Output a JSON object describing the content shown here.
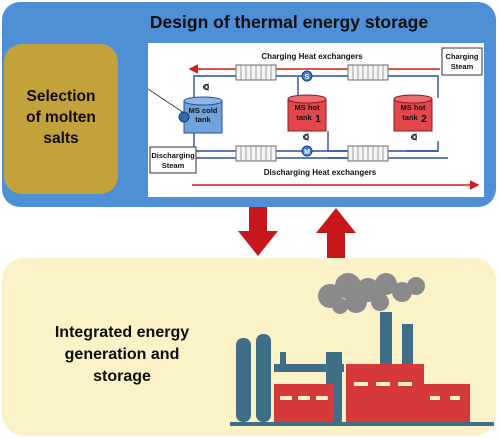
{
  "top": {
    "title": "Design of thermal energy storage",
    "salts_line1": "Selection",
    "salts_line2": "of molten",
    "salts_line3": "salts"
  },
  "schematic": {
    "charging_hx": "Charging Heat exchangers",
    "discharging_hx": "Discharging Heat exchangers",
    "charging_steam_1": "Charging",
    "charging_steam_2": "Steam",
    "discharging_steam_1": "Discharging",
    "discharging_steam_2": "Steam",
    "cold_tank_1": "MS cold",
    "cold_tank_2": "tank",
    "hot_tank1_1": "MS hot",
    "hot_tank1_2": "tank",
    "hot_tank1_num": "1",
    "hot_tank2_1": "MS hot",
    "hot_tank2_2": "tank",
    "hot_tank2_num": "2",
    "node_s": "S",
    "node_m": "M"
  },
  "bottom": {
    "line1": "Integrated energy",
    "line2": "generation and",
    "line3": "storage"
  },
  "colors": {
    "panel_blue": "#4f8fd6",
    "salts_gold": "#c4a23b",
    "bottom_cream": "#fbf2c8",
    "arrow_red": "#c8161d",
    "plant_teal": "#3f6f86",
    "plant_red": "#d5393a",
    "hot_tank": "#e2474c",
    "cold_tank": "#6fa3db"
  }
}
